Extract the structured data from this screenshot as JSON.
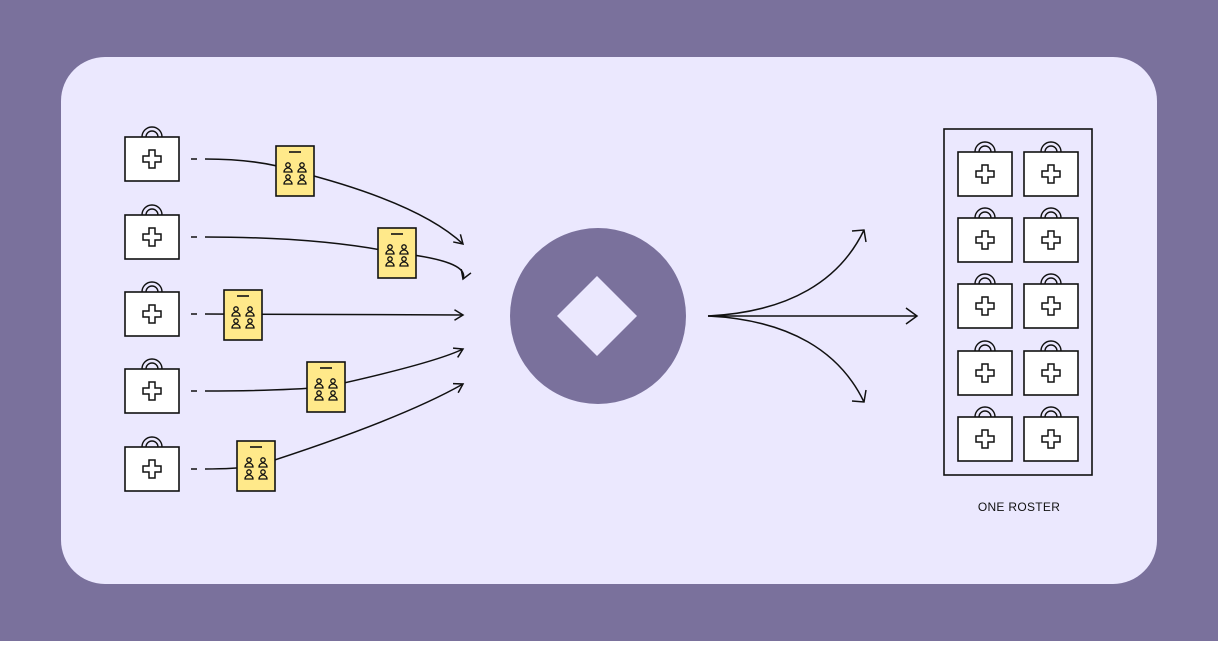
{
  "colors": {
    "background": "#7a719c",
    "panel": "#ebe8fe",
    "hub": "#7a719c",
    "hub_diamond": "#ebe8fe",
    "roster_card": "#ffe98a",
    "ink": "#111111",
    "icon_fill": "#ffffff"
  },
  "icons": {
    "source_kit": "medical-kit-icon",
    "roster_card": "staff-roster-card-icon",
    "hub": "diamond-hub-icon",
    "roster_kit": "medical-kit-icon"
  },
  "diagram": {
    "source_count": 5,
    "merged_count": 10,
    "output_arrow_count": 3,
    "roster_label": "ONE ROSTER"
  }
}
